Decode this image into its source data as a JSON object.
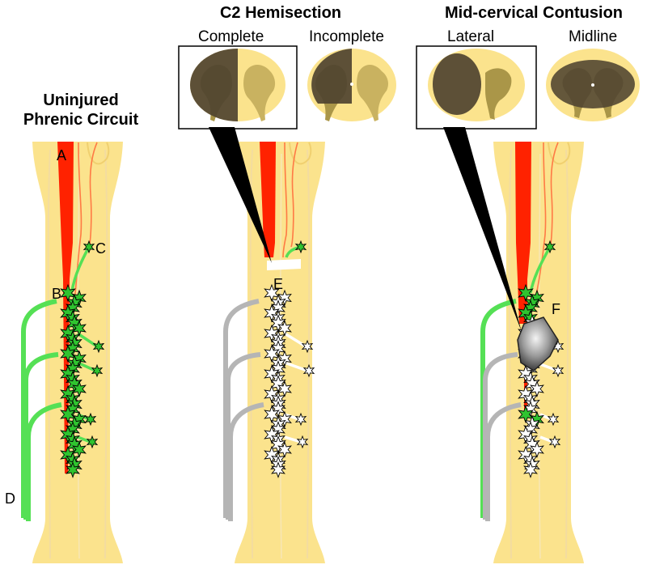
{
  "titles": {
    "uninjured_line1": "Uninjured",
    "uninjured_line2": "Phrenic Circuit",
    "hemisection": "C2 Hemisection",
    "contusion": "Mid-cervical Contusion"
  },
  "subtitles": {
    "complete": "Complete",
    "incomplete": "Incomplete",
    "lateral": "Lateral",
    "midline": "Midline"
  },
  "labels": {
    "A": "A",
    "B": "B",
    "C": "C",
    "D": "D",
    "E": "E",
    "F": "F"
  },
  "colors": {
    "cord": "#fbe38d",
    "white_matter": "#f7d980",
    "bulbospinal_tract": "#ff2200",
    "crossed_fiber": "#ff7a45",
    "intact_neuron": "#2fc42f",
    "intact_axon": "#55e055",
    "denervated_neuron": "#ffffff",
    "denervated_axon": "#b5b5b5",
    "lesion_dark": "#4f4330",
    "lesion_mid": "#aa9648",
    "contusion_cavity": "#9a9a9a"
  }
}
